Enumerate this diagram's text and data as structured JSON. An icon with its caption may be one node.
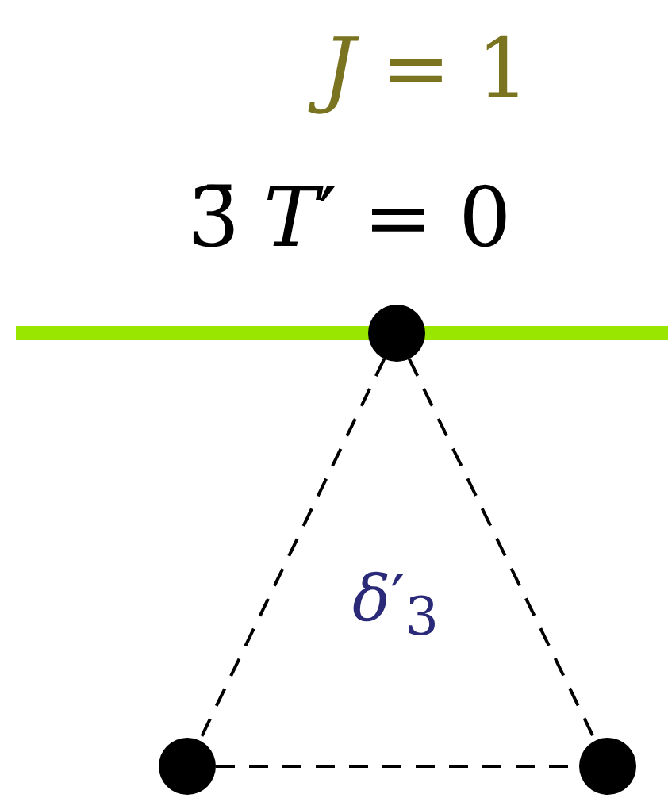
{
  "diagram": {
    "nodes": [
      {
        "text": [],
        "shape": "circle"
      },
      {
        "text": [],
        "shape": "circle"
      },
      {
        "text": [],
        "shape": "circle"
      }
    ],
    "edges": [
      {
        "from": 0,
        "to": 1,
        "arrow": "none",
        "style": "dashed"
      },
      {
        "from": 0,
        "to": 2,
        "arrow": "none",
        "style": "dashed"
      },
      {
        "from": 1,
        "to": 2,
        "arrow": "none",
        "style": "dashed"
      }
    ],
    "labels": [
      "*J* = 1",
      "3̄",
      "*T*′ = 0",
      "*δ*′$_{3}$"
    ]
  }
}
